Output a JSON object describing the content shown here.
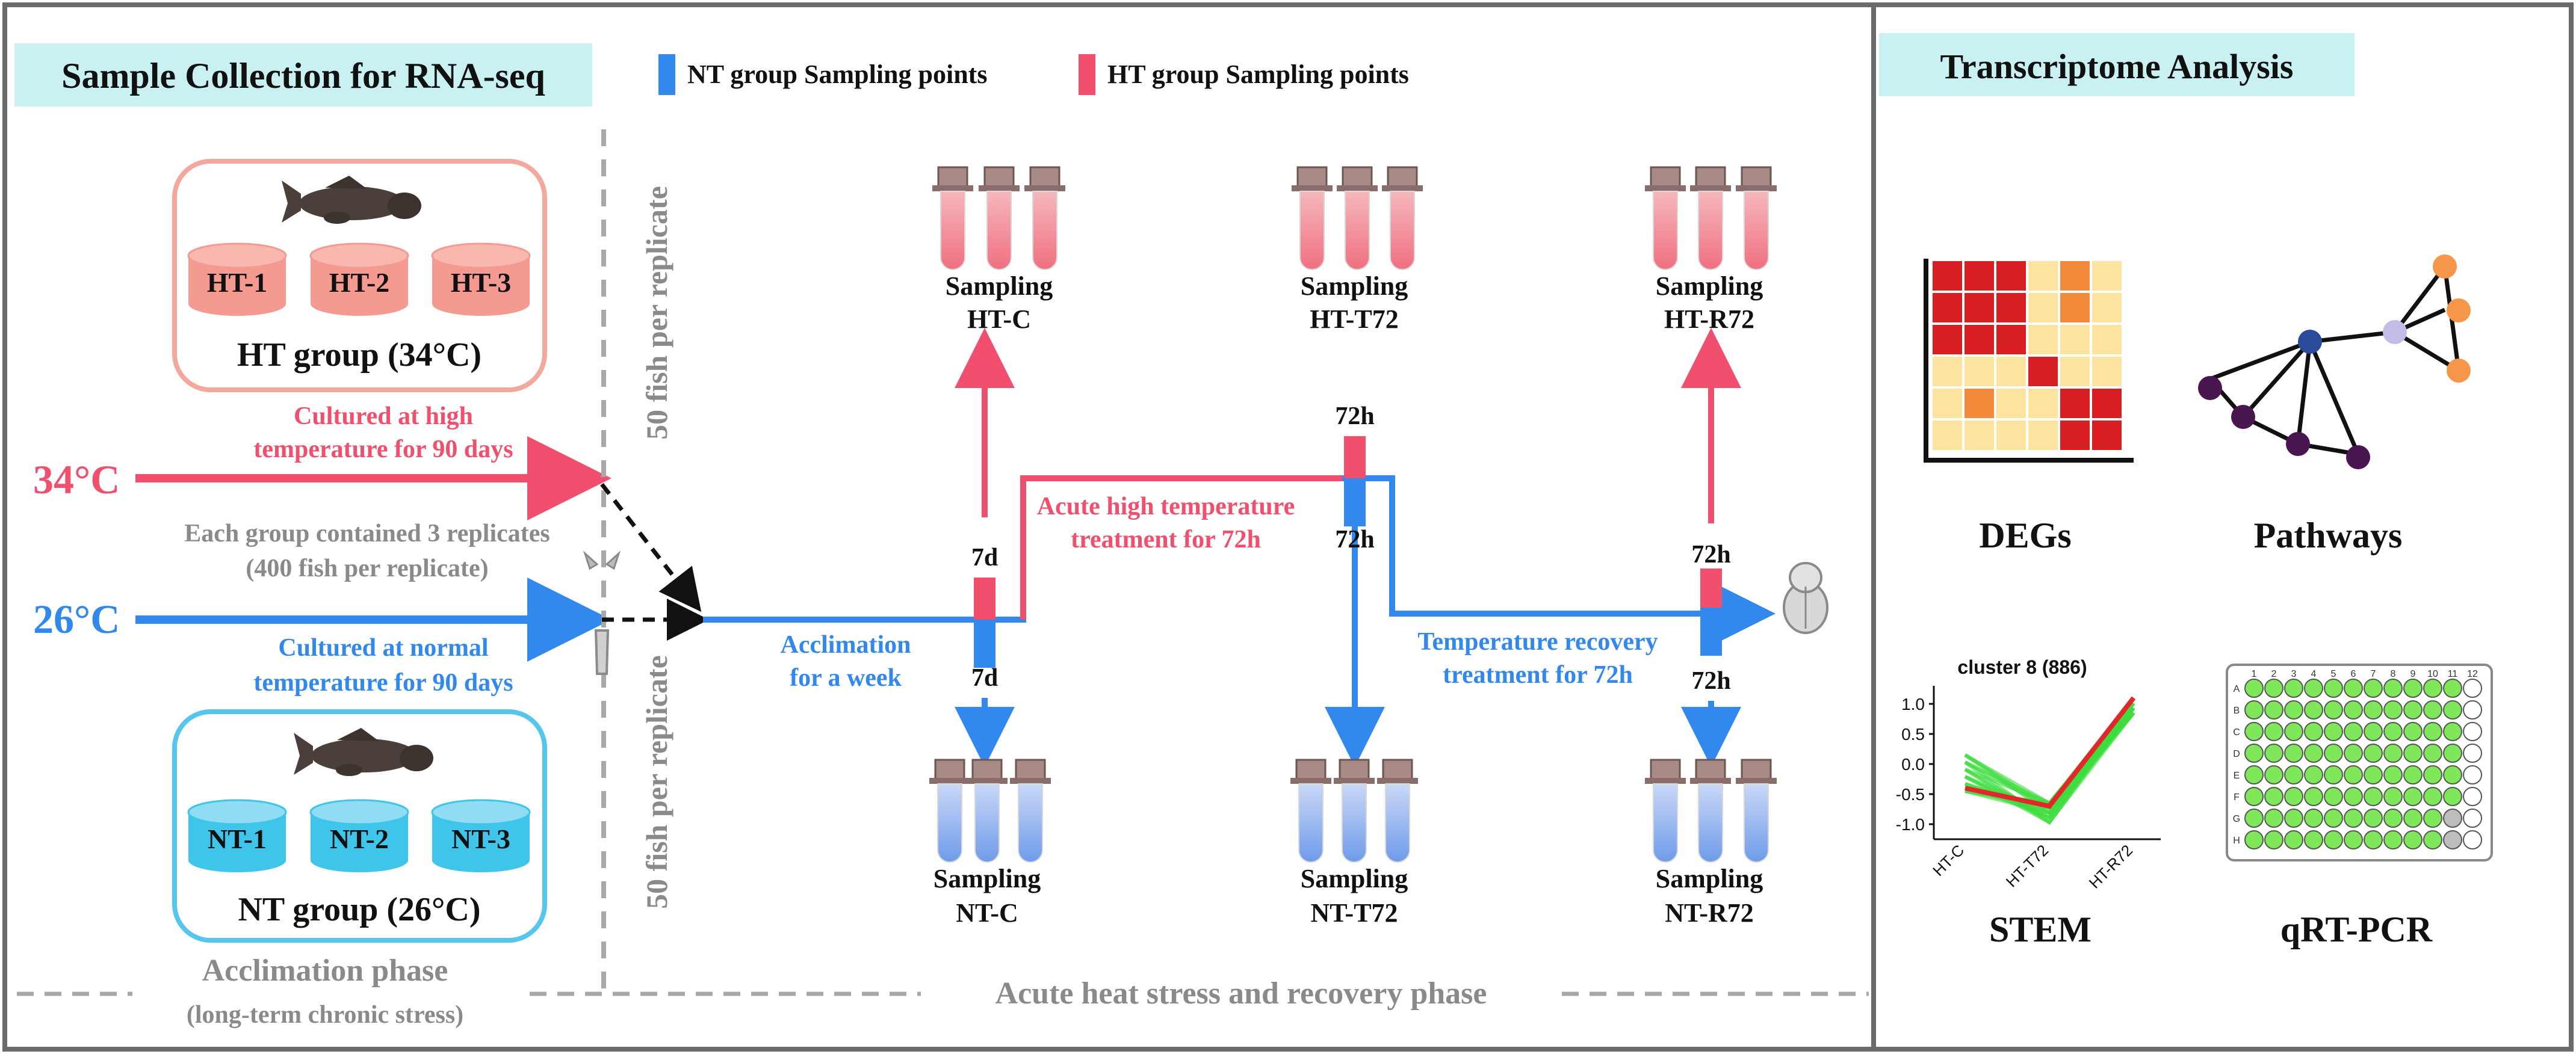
{
  "colors": {
    "nt_blue": "#3388ee",
    "ht_pink": "#f0506e",
    "grey_text": "#8a8a8a",
    "header_bg": "#c9f1f1",
    "frame": "#6a6a6a",
    "ht_box_border": "#f3a89e",
    "ht_tank_fill": "#f59a90",
    "nt_box_border": "#56c6ec",
    "nt_tank_fill": "#3fc4ea",
    "heatmap_dark": "#d81e22",
    "heatmap_mid": "#f28a3a",
    "heatmap_light": "#fde3a0",
    "network_orange": "#f5964a",
    "network_purple": "#4a1650",
    "network_blue": "#2c4a9a",
    "network_lavender": "#c4bce8",
    "stem_green": "#3ddc3d",
    "stem_red": "#e4262a",
    "plate_well": "#7ee85a"
  },
  "header": {
    "sample_title": "Sample Collection for RNA-seq",
    "legend_nt": "NT group Sampling points",
    "legend_ht": "HT group Sampling points",
    "transcriptome_title": "Transcriptome Analysis"
  },
  "ht_group": {
    "tanks": [
      "HT-1",
      "HT-2",
      "HT-3"
    ],
    "label": "HT group (34°C)",
    "culture_line1": "Cultured at high",
    "culture_line2": "temperature for 90 days",
    "temp": "34°C",
    "fish_icon": "fish-icon"
  },
  "nt_group": {
    "tanks": [
      "NT-1",
      "NT-2",
      "NT-3"
    ],
    "label": "NT group (26°C)",
    "culture_line1": "Cultured at normal",
    "culture_line2": "temperature for 90 days",
    "temp": "26°C",
    "fish_icon": "fish-icon"
  },
  "replicates": {
    "line1": "Each group contained 3 replicates",
    "line2": "(400 fish per replicate)"
  },
  "fish_per_replicate": "50 fish per replicate",
  "phases": {
    "acclimation": "Acclimation phase",
    "acclimation_sub": "(long-term chronic stress)",
    "acute": "Acute heat stress and recovery phase"
  },
  "timeline": {
    "acclimation_line1": "Acclimation",
    "acclimation_line2": "for a week",
    "acute_line1": "Acute high temperature",
    "acute_line2": "treatment for 72h",
    "recovery_line1": "Temperature recovery",
    "recovery_line2": "treatment for 72h",
    "duration_7d": "7d",
    "duration_72h": "72h",
    "brain_icon": "brain-icon"
  },
  "sampling": {
    "word": "Sampling",
    "ht": [
      "HT-C",
      "HT-T72",
      "HT-R72"
    ],
    "nt": [
      "NT-C",
      "NT-T72",
      "NT-R72"
    ],
    "tube_icon": "test-tube-icon"
  },
  "analysis": {
    "degs": "DEGs",
    "pathways": "Pathways",
    "stem": "STEM",
    "qrtpcr": "qRT-PCR",
    "stem_title": "cluster 8 (886)",
    "stem_yticks": [
      "1.0",
      "0.5",
      "0.0",
      "-0.5",
      "-1.0"
    ],
    "stem_xticks": [
      "HT-C",
      "HT-T72",
      "HT-R72"
    ],
    "plate_cols": [
      "1",
      "2",
      "3",
      "4",
      "5",
      "6",
      "7",
      "8",
      "9",
      "10",
      "11",
      "12"
    ],
    "plate_rows": [
      "A",
      "B",
      "C",
      "D",
      "E",
      "F",
      "G",
      "H"
    ]
  }
}
